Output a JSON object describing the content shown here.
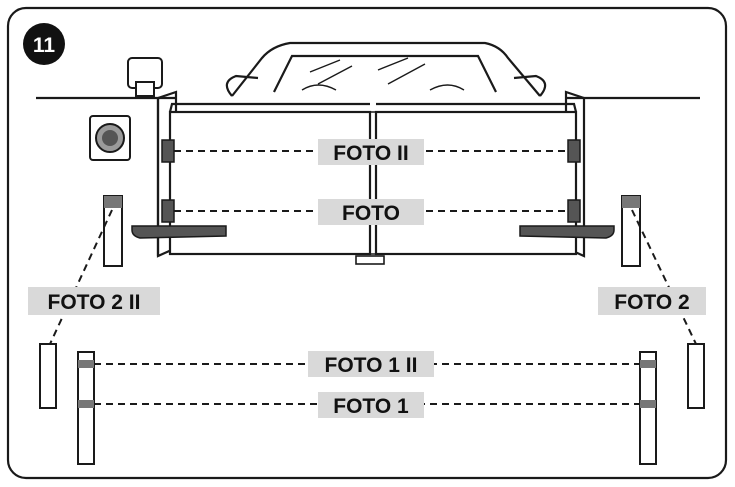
{
  "figure": {
    "number": "11",
    "labels": {
      "foto_ii": "FOTO II",
      "foto": "FOTO",
      "foto_2_ii": "FOTO 2 II",
      "foto_2": "FOTO 2",
      "foto_1_ii": "FOTO 1 II",
      "foto_1": "FOTO 1"
    }
  },
  "colors": {
    "label_background": "#d9d9d9",
    "badge": "#111111",
    "line": "#1a1a1a"
  }
}
